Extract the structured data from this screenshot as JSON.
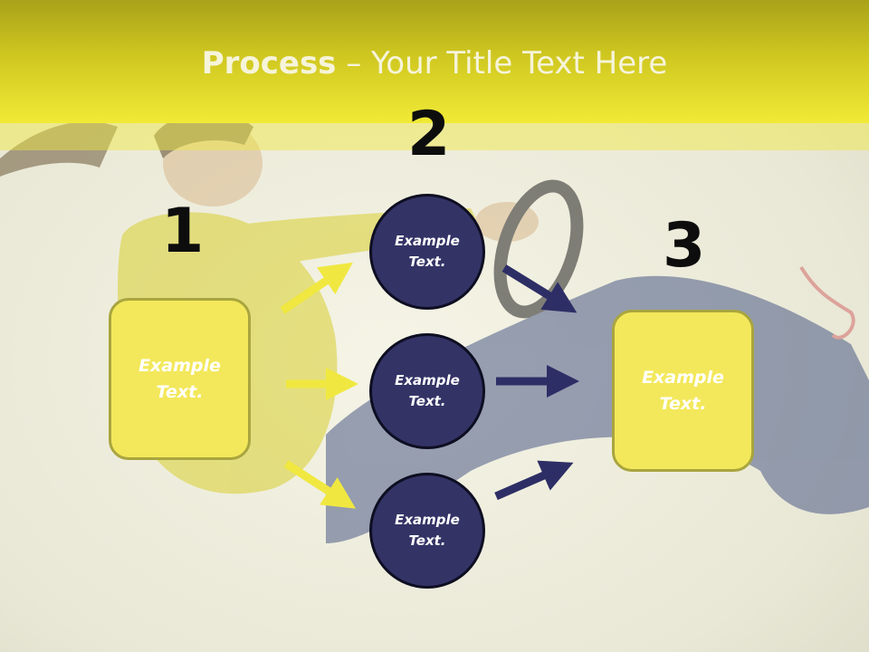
{
  "slide": {
    "title_bold": "Process",
    "title_rest": " – Your Title Text Here",
    "step_numbers": [
      "1",
      "2",
      "3"
    ],
    "left_box": "Example\nText.",
    "circles": [
      "Example\nText.",
      "Example\nText.",
      "Example\nText."
    ],
    "right_box": "Example\nText.",
    "colors": {
      "header": "#e8e030",
      "box_fill": "#f3e85b",
      "circle_fill": "#333366",
      "yellow_arrow": "#f0e840",
      "navy_arrow": "#2e2e66"
    }
  }
}
